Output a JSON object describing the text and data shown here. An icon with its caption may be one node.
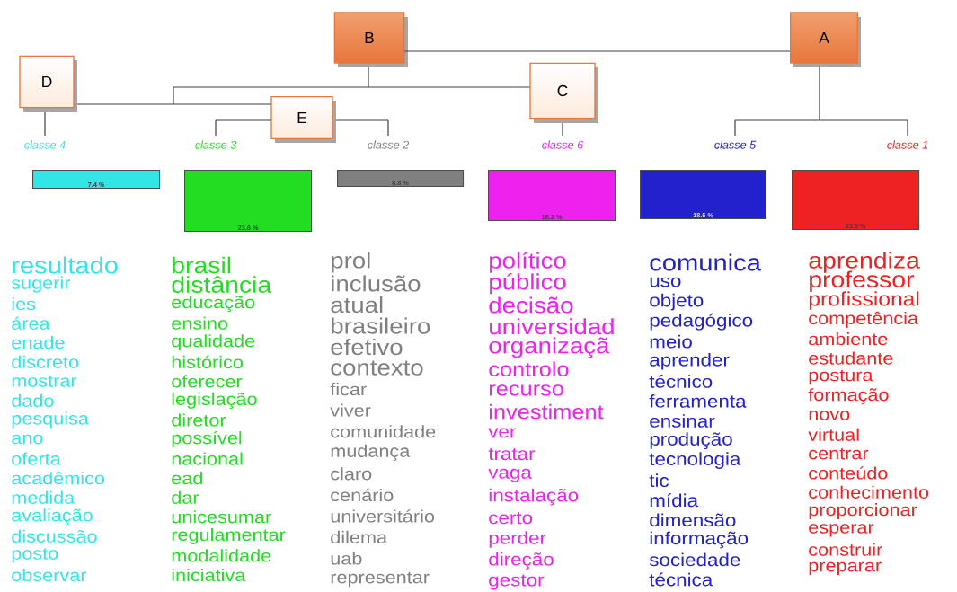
{
  "diagram": {
    "nodes": [
      {
        "text": [
          "B"
        ]
      },
      {
        "text": [
          "A"
        ]
      },
      {
        "text": [
          "D"
        ]
      },
      {
        "text": [
          "C"
        ]
      },
      {
        "text": [
          "E"
        ]
      },
      {
        "text": [
          "7.4 %"
        ]
      },
      {
        "text": [
          "23.6 %"
        ]
      },
      {
        "text": [
          "8.8 %"
        ]
      },
      {
        "text": [
          "18.2 %"
        ]
      },
      {
        "text": [
          "18.5 %"
        ]
      },
      {
        "text": [
          "23.5 %"
        ]
      }
    ],
    "edges": [
      {
        "from": 0,
        "to": 1,
        "arrow": "none"
      }
    ],
    "labels": [
      "classe 4",
      "classe 3",
      "classe 2",
      "classe 6",
      "classe 5",
      "classe 1",
      "resultado",
      "sugerir",
      "ies",
      "área",
      "enade",
      "discreto",
      "mostrar",
      "dado",
      "pesquisa",
      "ano",
      "oferta",
      "acadêmico",
      "medida",
      "avaliação",
      "discussão",
      "posto",
      "observar",
      "brasil",
      "distância",
      "educação",
      "ensino",
      "qualidade",
      "histórico",
      "oferecer",
      "legislação",
      "diretor",
      "possível",
      "nacional",
      "ead",
      "dar",
      "unicesumar",
      "regulamentar",
      "modalidade",
      "iniciativa",
      "prol",
      "inclusão",
      "atual",
      "brasileiro",
      "efetivo",
      "contexto",
      "ficar",
      "viver",
      "comunidade",
      "mudança",
      "claro",
      "cenário",
      "universitário",
      "dilema",
      "uab",
      "representar",
      "político",
      "público",
      "decisão",
      "universidad",
      "organizaçã",
      "controlo",
      "recurso",
      "investiment",
      "ver",
      "tratar",
      "vaga",
      "instalação",
      "certo",
      "perder",
      "direção",
      "gestor",
      "comunica",
      "uso",
      "objeto",
      "pedagógico",
      "meio",
      "aprender",
      "técnico",
      "ferramenta",
      "ensinar",
      "produção",
      "tecnologia",
      "tic",
      "mídia",
      "dimensão",
      "informação",
      "sociedade",
      "técnica",
      "aprendiza",
      "professor",
      "profissional",
      "competência",
      "ambiente",
      "estudante",
      "postura",
      "formação",
      "novo",
      "virtual",
      "centrar",
      "conteúdo",
      "conhecimento",
      "proporcionar",
      "esperar",
      "construir",
      "preparar"
    ]
  }
}
